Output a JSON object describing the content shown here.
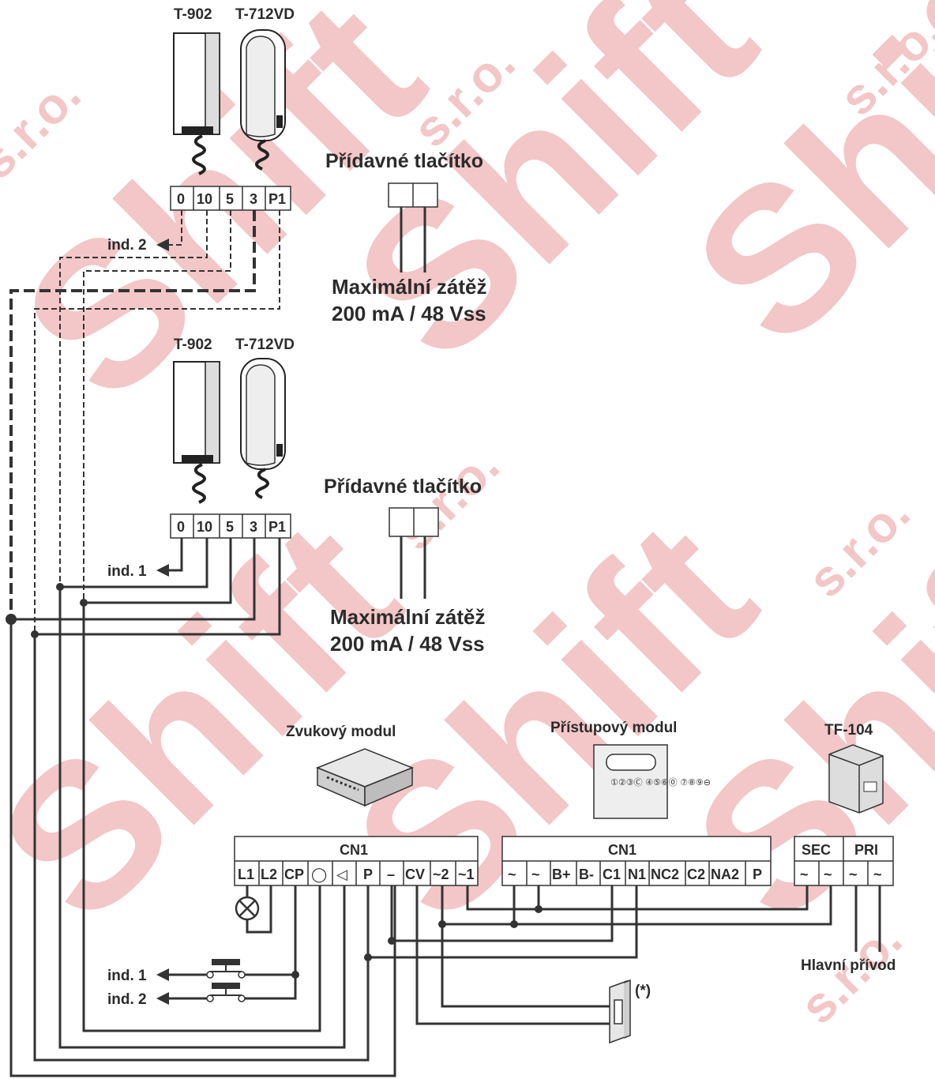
{
  "watermark": {
    "brand": "Shift",
    "suffix": "s.r.o.",
    "color": "#f1bcbf"
  },
  "handsets_top": {
    "model_a": "T-902",
    "model_b": "T-712VD"
  },
  "handsets_bottom": {
    "model_a": "T-902",
    "model_b": "T-712VD"
  },
  "terminals_handset": [
    "0",
    "10",
    "5",
    "3",
    "P1"
  ],
  "extra_button_top": {
    "title": "Přídavné tlačítko",
    "load_line1": "Maximální zátěž",
    "load_line2": "200 mA / 48 Vss"
  },
  "extra_button_bottom": {
    "title": "Přídavné tlačítko",
    "load_line1": "Maximální zátěž",
    "load_line2": "200 mA / 48 Vss"
  },
  "indicators": {
    "ind2_top": "ind. 2",
    "ind1_mid": "ind. 1",
    "ind1_bottom": "ind. 1",
    "ind2_bottom": "ind. 2"
  },
  "sound_module": {
    "title": "Zvukový modul",
    "connector": "CN1",
    "terminals": [
      "L1",
      "L2",
      "CP",
      "◯",
      "◁",
      "P",
      "–",
      "CV",
      "~2",
      "~1"
    ]
  },
  "access_module": {
    "title": "Přístupový modul",
    "connector": "CN1",
    "keys": "①②③Ⓒ ④⑤⑥⓪ ⑦⑧⑨⊖",
    "terminals": [
      "~",
      "~",
      "B+",
      "B-",
      "C1",
      "N1",
      "NC2",
      "C2",
      "NA2",
      "P"
    ]
  },
  "transformer": {
    "title": "TF-104",
    "sec": "SEC",
    "pri": "PRI",
    "terminals": [
      "~",
      "~",
      "~",
      "~"
    ]
  },
  "main_supply": "Hlavní přívod",
  "lock_note": "(*)"
}
